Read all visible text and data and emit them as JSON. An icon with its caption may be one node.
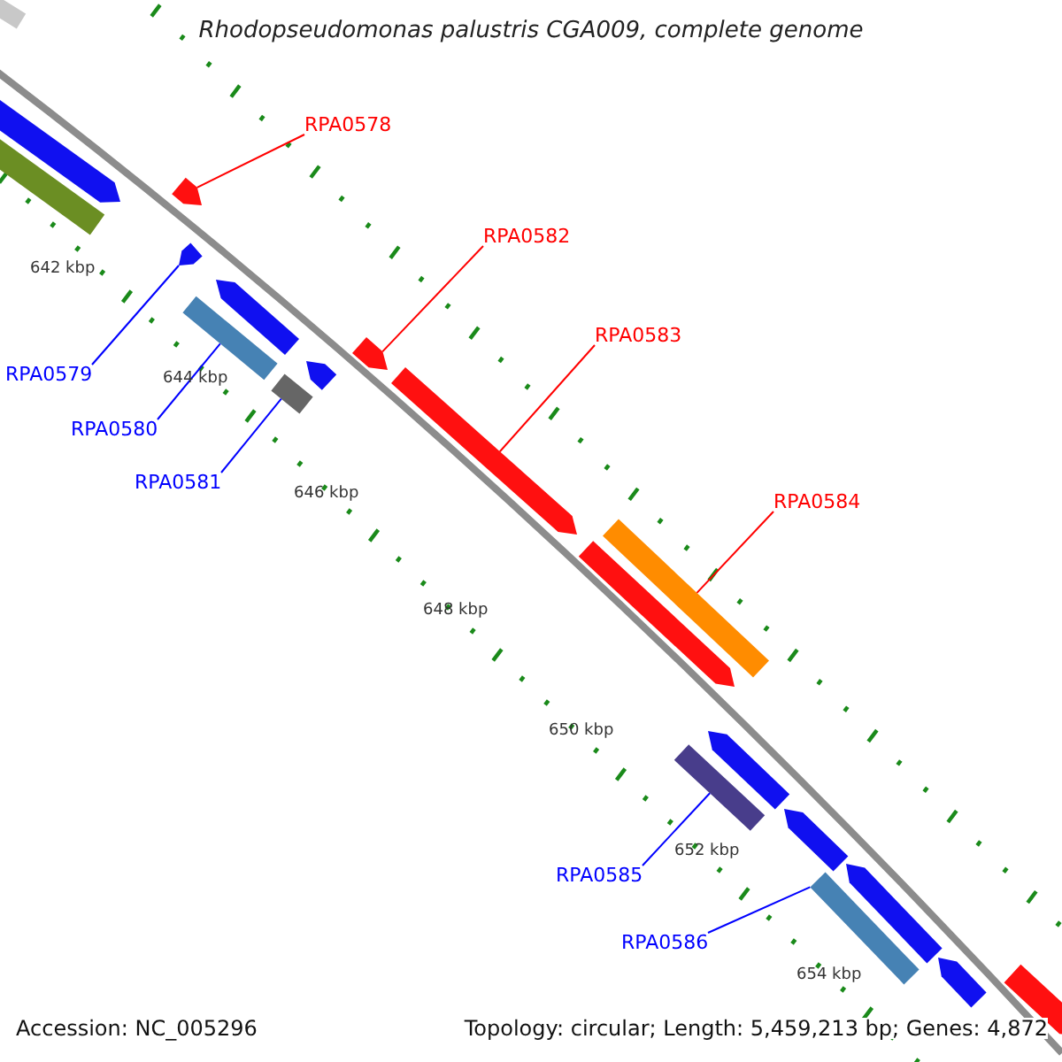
{
  "diagram": {
    "title": "Rhodopseudomonas palustris CGA009, complete genome",
    "nodes": [
      {
        "text": [
          "RPA0578"
        ]
      },
      {
        "text": [
          "RPA0582"
        ]
      },
      {
        "text": [
          "RPA0583"
        ]
      },
      {
        "text": [
          "RPA0579"
        ]
      },
      {
        "text": [
          "RPA0580"
        ]
      },
      {
        "text": [
          "RPA0581"
        ]
      },
      {
        "text": [
          "RPA0584"
        ]
      },
      {
        "text": [
          "RPA0585"
        ]
      },
      {
        "text": [
          "RPA0586"
        ]
      },
      {
        "text": [],
        "shape": "bar"
      },
      {
        "text": [],
        "shape": "bar"
      },
      {
        "text": [],
        "shape": "bar"
      },
      {
        "text": [],
        "shape": "bar"
      },
      {
        "text": [],
        "shape": "bar"
      },
      {
        "text": [],
        "shape": "bar"
      },
      {
        "text": [],
        "shape": "bar"
      },
      {
        "text": [],
        "shape": "bar"
      },
      {
        "text": [],
        "shape": "bar"
      },
      {
        "text": [],
        "shape": "bar"
      },
      {
        "text": [],
        "shape": "bar"
      },
      {
        "text": [],
        "shape": "bar"
      },
      {
        "text": [],
        "shape": "bar"
      },
      {
        "text": [],
        "shape": "bar"
      },
      {
        "text": [],
        "shape": "bar"
      },
      {
        "text": [],
        "shape": "bar"
      },
      {
        "text": [],
        "shape": "bar"
      },
      {
        "text": [],
        "shape": "bar"
      },
      {
        "text": [],
        "shape": "bar"
      },
      {
        "text": [],
        "shape": "bar"
      }
    ],
    "edges": [
      {
        "from": 0,
        "to": 9,
        "arrow": "none",
        "color": "#ff0000"
      },
      {
        "from": 1,
        "to": 10,
        "arrow": "none",
        "color": "#ff0000"
      },
      {
        "from": 2,
        "to": 11,
        "arrow": "none",
        "color": "#ff0000"
      },
      {
        "from": 3,
        "to": 12,
        "arrow": "none",
        "color": "#0000ff"
      },
      {
        "from": 4,
        "to": 13,
        "arrow": "none",
        "color": "#0000ff"
      },
      {
        "from": 5,
        "to": 14,
        "arrow": "none",
        "color": "#0000ff"
      },
      {
        "from": 6,
        "to": 15,
        "arrow": "none",
        "color": "#ff0000"
      },
      {
        "from": 7,
        "to": 16,
        "arrow": "none",
        "color": "#0000ff"
      },
      {
        "from": 8,
        "to": 17,
        "arrow": "none",
        "color": "#0000ff"
      }
    ],
    "labels": [
      "642 kbp",
      "644 kbp",
      "646 kbp",
      "648 kbp",
      "650 kbp",
      "652 kbp",
      "654 kbp",
      "Accession: NC_005296",
      "Topology: circular; Length: 5,459,213 bp; Genes: 4,872"
    ]
  }
}
